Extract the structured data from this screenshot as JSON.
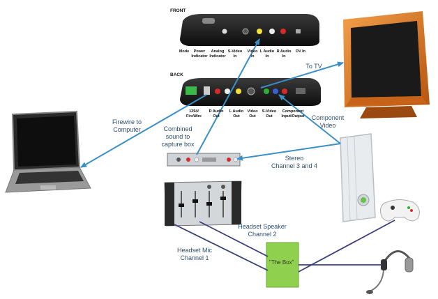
{
  "front_label": "FRONT",
  "back_label": "BACK",
  "front_ports": [
    "Mode",
    "Power\nIndicator",
    "Analog\nIndicator",
    "S-Video\nIn",
    "Video\nIn",
    "L Audio\nIn",
    "R Audio\nIn",
    "DV In"
  ],
  "back_ports": [
    "1394/\nFireWire",
    "R Audio\nOut",
    "L Audio\nOut",
    "Video\nOut",
    "S-Video\nOut",
    "Component\nInput/Output"
  ],
  "labels": {
    "to_tv": "To TV",
    "firewire": "Firewire to\nComputer",
    "component": "Component\nVideo",
    "combined": "Combined\nsound to\ncapture box",
    "stereo": "Stereo\nChannel 3 and 4",
    "headset_speaker": "Headset Speaker\nChannel 2",
    "headset_mic": "Headset Mic\nChannel 1",
    "the_box": "\"The Box\""
  },
  "colors": {
    "arrow": "#3a8fc6",
    "wire": "#3b3f7a",
    "the_box_fill": "#8fd14f",
    "tv_frame": "#d9701e"
  }
}
